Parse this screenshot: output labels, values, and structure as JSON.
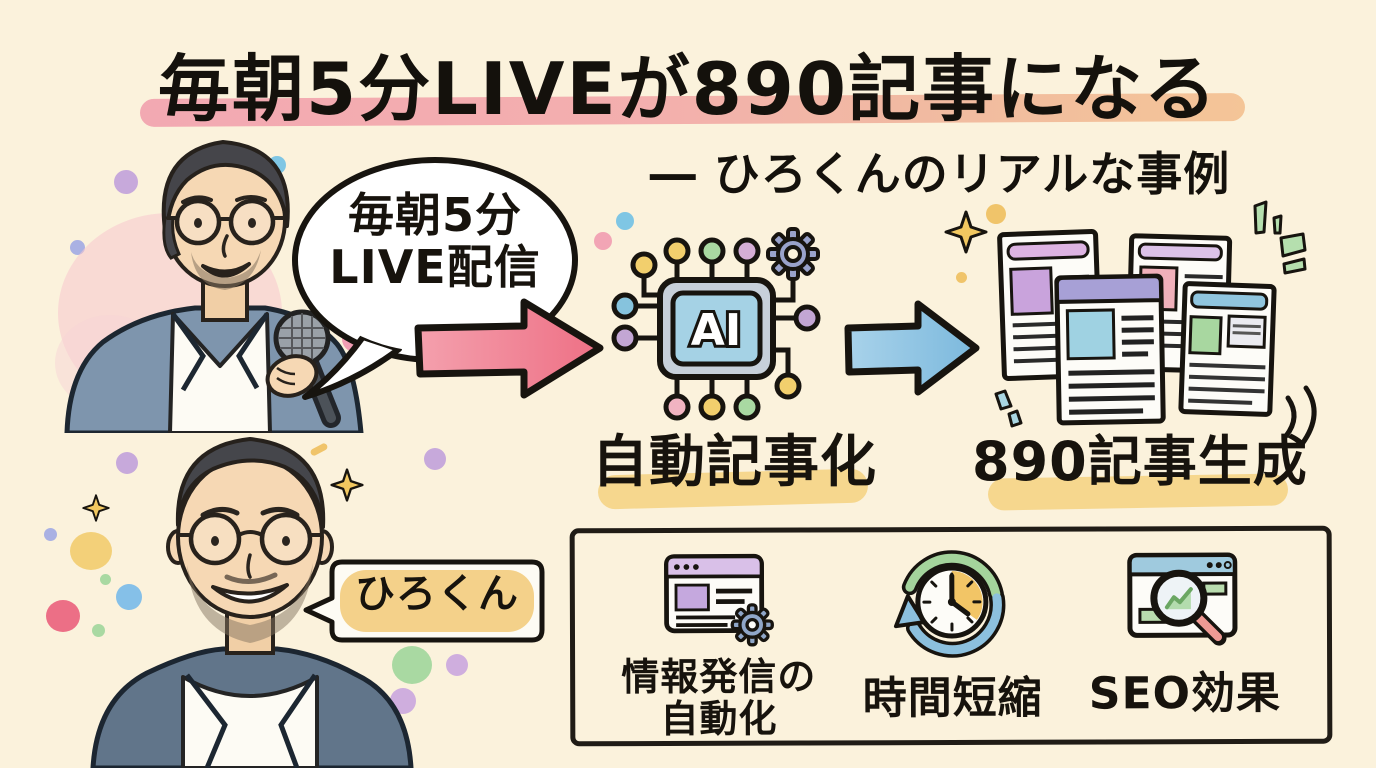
{
  "title": {
    "text": "毎朝5分LIVEが890記事になる"
  },
  "subtitle": {
    "text": "― ひろくんのリアルな事例"
  },
  "speaker": {
    "live_bubble": {
      "line1": "毎朝5分",
      "line2": "LIVE配信"
    },
    "name_bubble": {
      "text": "ひろくん"
    }
  },
  "flow": {
    "ai_chip_label": "AI",
    "auto_article_label": "自動記事化",
    "output_label": "890記事生成"
  },
  "benefits_box": {
    "items": [
      {
        "icon": "browser-gear-icon",
        "line1": "情報発信の",
        "line2": "自動化"
      },
      {
        "icon": "clock-history-icon",
        "label": "時間短縮"
      },
      {
        "icon": "seo-search-icon",
        "label": "SEO効果"
      }
    ]
  },
  "icons": [
    "speech-bubble-icon",
    "ai-chip-icon",
    "gear-icon",
    "right-arrow-icon",
    "article-stack-icon",
    "sparkle-icon",
    "microphone-icon"
  ],
  "colors": {
    "background": "#fbf2dc",
    "title_underline_pink": "#f19cab",
    "title_underline_orange": "#f3bd8b",
    "highlight_yellow": "#f5d383",
    "arrow_red": "#ef8194",
    "arrow_blue": "#8ec3e2",
    "ai_screen_blue": "#a5d2e5",
    "gear_purple": "#99a2cb",
    "ink_black": "#17140f"
  }
}
